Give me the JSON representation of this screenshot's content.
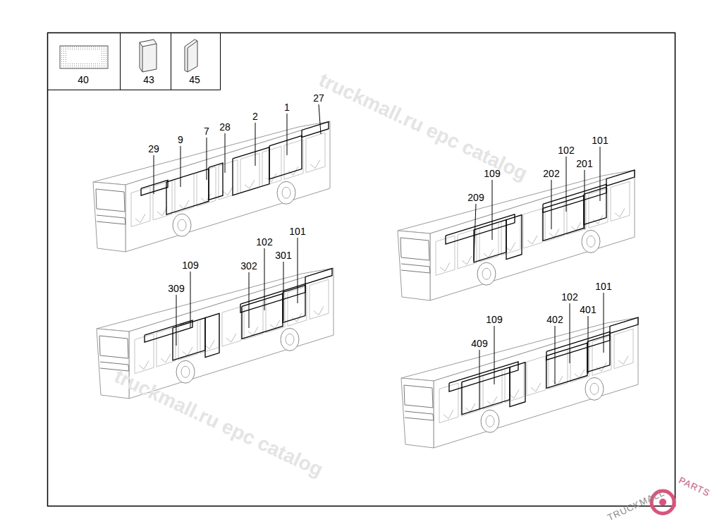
{
  "diagram": {
    "labels": [
      "40",
      "43",
      "45",
      "29",
      "9",
      "7",
      "28",
      "2",
      "1",
      "27",
      "109",
      "309",
      "302",
      "102",
      "301",
      "101",
      "102",
      "101",
      "109",
      "202",
      "201",
      "209",
      "109",
      "102",
      "101",
      "402",
      "401",
      "409",
      "truckmall.ru epc catalog",
      "truckmall.ru epc catalog",
      "TRUCKMALL",
      "PARTS"
    ]
  }
}
